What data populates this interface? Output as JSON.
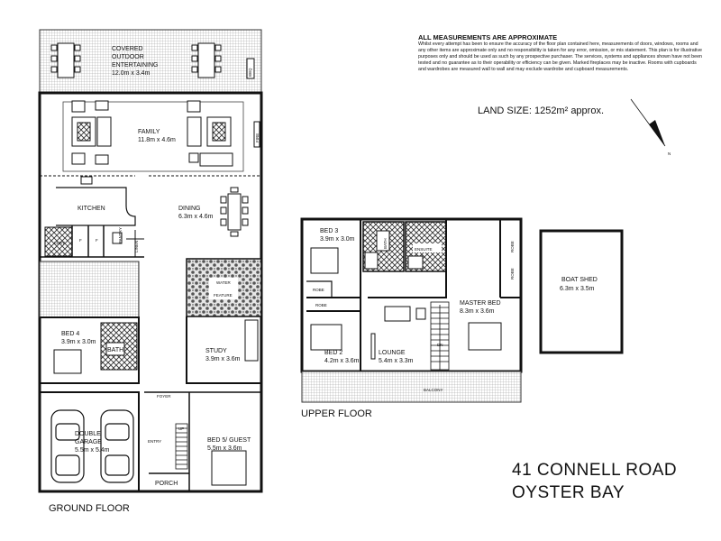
{
  "notes": {
    "heading": "ALL MEASUREMENTS ARE APPROXIMATE",
    "disclaimer": "Whilst every attempt has been to ensure the accuracy of the floor plan contained here, measurements of doors, windows, rooms and any other items are approximate only and no responsibility is taken for any error, omission, or mis statement. This plan is for illustrative purposes only and should be used as such by any prospective purchaser. The services, systems and appliances shown have not been tested and no guarantee as to their operability or efficiency can be given. Marked fireplaces may be inactive. Rooms with cupboards and wardrobes are measured wall to wall and may exclude wardrobe and cupboard measurements.",
    "land_size": "LAND SIZE: 1252m² approx.",
    "north": "N"
  },
  "address": {
    "line1": "41 CONNELL ROAD",
    "line2": "OYSTER BAY"
  },
  "floors": {
    "ground": "GROUND FLOOR",
    "upper": "UPPER FLOOR"
  },
  "ground": {
    "outdoor_name": "COVERED",
    "outdoor_name2": "OUTDOOR",
    "outdoor_name3": "ENTERTAINING",
    "outdoor_size": "12.0m x 3.4m",
    "bbq": "BBQ",
    "family_name": "FAMILY",
    "family_size": "11.8m x 4.6m",
    "fire": "FIRE",
    "kitchen": "KITCHEN",
    "dining_name": "DINING",
    "dining_size": "6.3m x 4.6m",
    "ldry": "LDRY",
    "f1": "F",
    "f2": "F",
    "pantry": "PANTRY",
    "linen": "LINEN",
    "water": "WATER",
    "feature": "FEATURE",
    "bed4_name": "BED 4",
    "bed4_size": "3.9m x 3.0m",
    "bath": "BATH",
    "study_name": "STUDY",
    "study_size": "3.9m x 3.6m",
    "foyer": "FOYER",
    "garage_name": "DOUBLE",
    "garage_name2": "GARAGE",
    "garage_size": "5.5m x 5.4m",
    "entry": "ENTRY",
    "up": "UP",
    "bed5_name": "BED 5/ GUEST",
    "bed5_size": "5.5m x 3.6m",
    "porch": "PORCH"
  },
  "upper": {
    "bed3_name": "BED 3",
    "bed3_size": "3.9m x 3.0m",
    "bath": "BATH",
    "ensuite": "ENSUITE",
    "robe1": "ROBE",
    "robe2": "ROBE",
    "robe3": "ROBE",
    "robe4": "ROBE",
    "master_name": "MASTER BED",
    "master_size": "8.3m x 3.6m",
    "bed2_name": "BED 2",
    "bed2_size": "4.2m x 3.6m",
    "lounge_name": "LOUNGE",
    "lounge_size": "5.4m x 3.3m",
    "dn": "DN",
    "balcony": "BALCONY"
  },
  "boat": {
    "name": "BOAT SHED",
    "size": "6.3m x 3.5m"
  }
}
